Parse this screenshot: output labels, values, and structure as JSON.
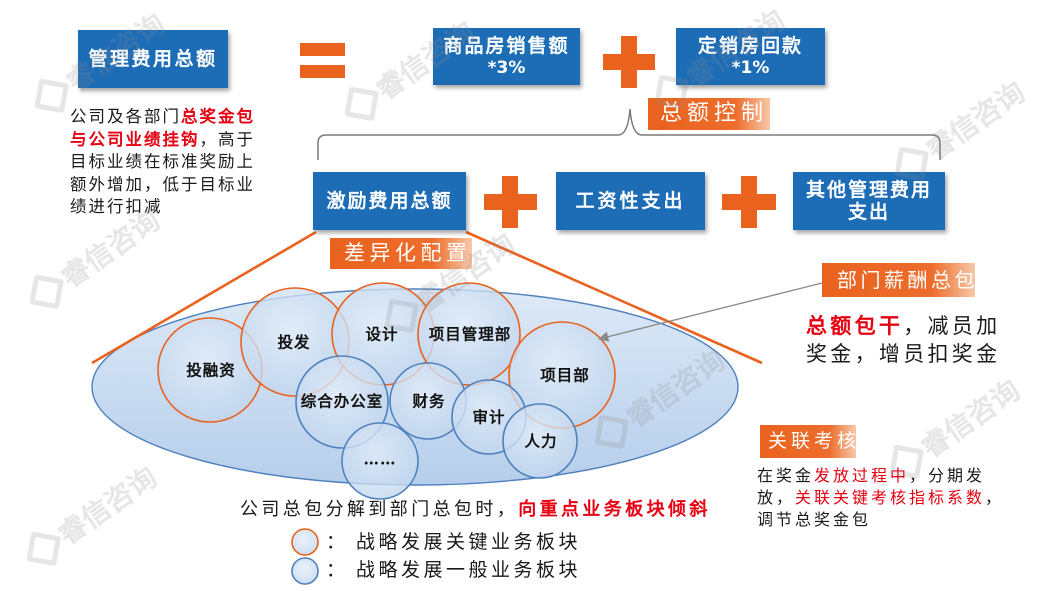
{
  "top_row": {
    "total_box": "管理费用总额",
    "sales_box": [
      "商品房销售额",
      "*3%"
    ],
    "resettle_box": [
      "定销房回款",
      "*1%"
    ]
  },
  "second_row": {
    "incentive_box": "激励费用总额",
    "salary_box": "工资性支出",
    "other_box": [
      "其他管理费用",
      "支出"
    ]
  },
  "tags": {
    "total_control": "总额控制",
    "differentiated": "差异化配置",
    "dept_package": "部门薪酬总包",
    "linked_assessment": "关联考核"
  },
  "left_note": [
    [
      "公司及各部门",
      "总奖金包"
    ],
    [
      "与公司业绩挂钩",
      "，高于"
    ],
    [
      "目标业绩在标准奖励上"
    ],
    [
      "额外增加，低于目标业"
    ],
    [
      "绩进行扣减"
    ]
  ],
  "right_note": [
    [
      "总额包干",
      "，减员加"
    ],
    [
      "奖金，增员扣奖金"
    ]
  ],
  "assessment_note": [
    [
      "在奖金",
      "发放过程中",
      "，分期发"
    ],
    [
      "放，",
      "关联关键考核指标系数",
      "，"
    ],
    [
      "调节总奖金包"
    ]
  ],
  "bottom_note": [
    "公司总包分解到部门总包时，",
    "向重点业务板块倾斜"
  ],
  "departments": {
    "key": [
      "投融资",
      "投发",
      "设计",
      "项目管理部",
      "项目部"
    ],
    "general": [
      "综合办公室",
      "财务",
      "审计",
      "人力",
      "……"
    ]
  },
  "legend": [
    {
      "separator": "：",
      "label": "战略发展关键业务板块"
    },
    {
      "separator": "：",
      "label": "战略发展一般业务板块"
    }
  ],
  "watermark": {
    "text": "睿信咨询"
  },
  "colors": {
    "box_blue": "#1c6cb6",
    "accent_orange": "#e9621e",
    "highlight_red": "#e60012",
    "ellipse_stroke": "#4f81bd",
    "key_circle_stroke": "#e9621e",
    "general_circle_stroke": "#4f81bd"
  },
  "icons": {
    "equals": "equals-icon",
    "plus": "plus-icon",
    "brace": "curly-brace-icon",
    "arrow": "arrow-left-icon",
    "watermark_logo": "ruixin-logo-icon"
  }
}
